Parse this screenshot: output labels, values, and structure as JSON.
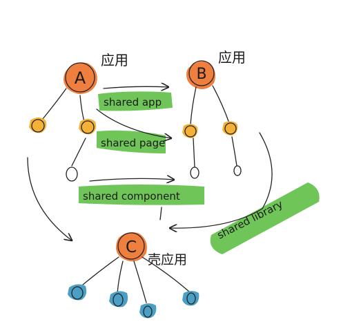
{
  "colors": {
    "orange": "#ef7f3e",
    "yellow": "#f3b13a",
    "green": "#5fbf45",
    "blue": "#4b9fc4",
    "ink": "#222222"
  },
  "nodes": {
    "a": {
      "letter": "A",
      "label": "应用"
    },
    "b": {
      "letter": "B",
      "label": "应用"
    },
    "c": {
      "letter": "C",
      "label": "壳应用"
    }
  },
  "labels": {
    "shared_app": "shared app",
    "shared_page": "shared page",
    "shared_component": "shared component",
    "shared_library": "shared library"
  }
}
